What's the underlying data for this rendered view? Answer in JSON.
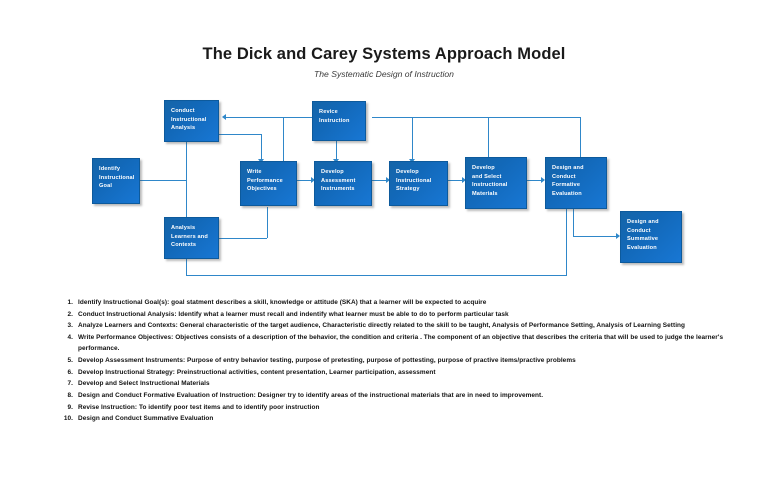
{
  "header": {
    "title": "The Dick and Carey Systems Approach Model",
    "subtitle": "The Systematic Design of Instruction"
  },
  "theme": {
    "node_fill_dark": "#1565a8",
    "node_fill_light": "#1877d4",
    "node_border": "#0d5a9c",
    "connector": "#2f87c9",
    "node_text": "#ffffff",
    "page_background": "#ffffff",
    "body_text": "#111111"
  },
  "diagram": {
    "nodes": [
      {
        "id": "identify-instructional-goal",
        "label": "Identify Instructional Goal",
        "lines": [
          "Identify",
          "Instructional",
          "Goal"
        ]
      },
      {
        "id": "conduct-instructional-analysis",
        "label": "Conduct Instructional Analysis",
        "lines": [
          "Conduct",
          "Instructional",
          "Analysis"
        ]
      },
      {
        "id": "analysis-learners-and-contexts",
        "label": "Analysis Learners and Contexts",
        "lines": [
          "Analysis",
          "Learners and",
          "Contexts"
        ]
      },
      {
        "id": "write-performance-objectives",
        "label": "Write Performance Objectives",
        "lines": [
          "Write",
          "Performance",
          "Objectives"
        ]
      },
      {
        "id": "revice-instruction",
        "label": "Revice Instruction",
        "lines": [
          "Revice",
          "Instruction"
        ]
      },
      {
        "id": "develop-assessment-instruments",
        "label": "Develop Assessment Instruments",
        "lines": [
          "Develop",
          "Assessment",
          "Instruments"
        ]
      },
      {
        "id": "develop-instructional-strategy",
        "label": "Develop Instructional Strategy",
        "lines": [
          "Develop",
          "Instructional",
          "Strategy"
        ]
      },
      {
        "id": "develop-and-select-instructional-materials",
        "label": "Develop and Select Instructional Materials",
        "lines": [
          "Develop",
          "and Select",
          "Instructional",
          "Materials"
        ]
      },
      {
        "id": "design-and-conduct-formative-evaluation",
        "label": "Design and Conduct Formative Evaluation",
        "lines": [
          "Design and",
          "Conduct",
          "Formative",
          "Evaluation"
        ]
      },
      {
        "id": "design-and-conduct-summative-evaluation",
        "label": "Design and Conduct Summative Evaluation",
        "lines": [
          "Design and",
          "Conduct",
          "Summative",
          "Evaluation"
        ]
      }
    ]
  },
  "steps": [
    {
      "num": "1.",
      "text": "Identify Instructional Goal(s): goal statment describes a skill, knowledge or attitude (SKA) that a learner will be expected to acquire"
    },
    {
      "num": "2.",
      "text": "Conduct Instructional Analysis: Identify what a learner must recall and indentify what learner must be able to do to perform particular task"
    },
    {
      "num": "3.",
      "text": "Analyze Learners and Contexts: General characteristic of the target audience, Characteristic directly related to the skill to be taught, Analysis of Performance Setting, Analysis of Learning Setting"
    },
    {
      "num": "4.",
      "text": "Write Performance Objectives: Objectives consists of a description of the behavior, the condition and criteria . The component of an objective that describes the criteria that will be used to judge the learner's performance."
    },
    {
      "num": "5.",
      "text": "Develop Assessment Instruments: Purpose of entry behavior testing, purpose of pretesting, purpose of pottesting, purpose of practive items/practive problems"
    },
    {
      "num": "6.",
      "text": "Develop Instructional Strategy: Preinstructional activities, content presentation, Learner participation, assessment"
    },
    {
      "num": "7.",
      "text": "Develop and Select Instructional Materials"
    },
    {
      "num": "8.",
      "text": "Design and Conduct Formative Evaluation of Instruction: Designer try to identify areas of the instructional materials that are in need to improvement."
    },
    {
      "num": "9.",
      "text": "Revise Instruction: To identify poor test items and to identify poor instruction"
    },
    {
      "num": "10.",
      "text": "Design and Conduct Summative Evaluation"
    }
  ]
}
